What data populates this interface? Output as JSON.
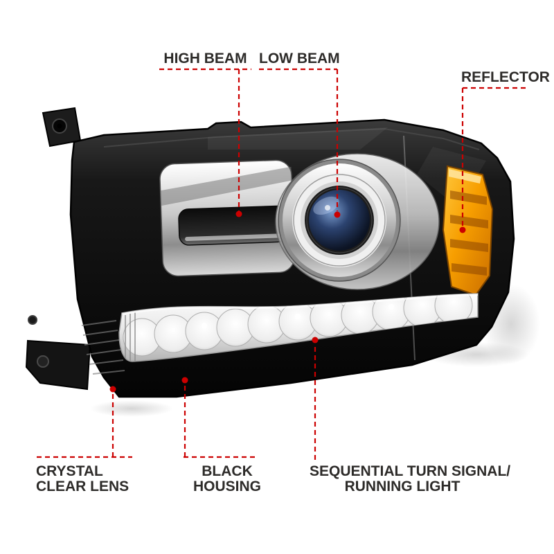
{
  "figure": {
    "subject": "headlight-product-photo"
  },
  "colors": {
    "callout_red": "#cc0000",
    "label_text": "#2d2b29",
    "housing_black": "#0a0a0a",
    "amber_reflector": "#f79e00",
    "lens_blue": "#1b2b4a",
    "background": "#ffffff"
  },
  "callouts": {
    "high_beam": {
      "label": "HIGH BEAM"
    },
    "low_beam": {
      "label": "LOW BEAM"
    },
    "reflector": {
      "label": "REFLECTOR"
    },
    "crystal_clear_lens": {
      "line1": "CRYSTAL",
      "line2": "CLEAR LENS"
    },
    "black_housing": {
      "line1": "BLACK",
      "line2": "HOUSING"
    },
    "turn_signal": {
      "line1": "SEQUENTIAL TURN SIGNAL/",
      "line2": "RUNNING LIGHT"
    }
  }
}
